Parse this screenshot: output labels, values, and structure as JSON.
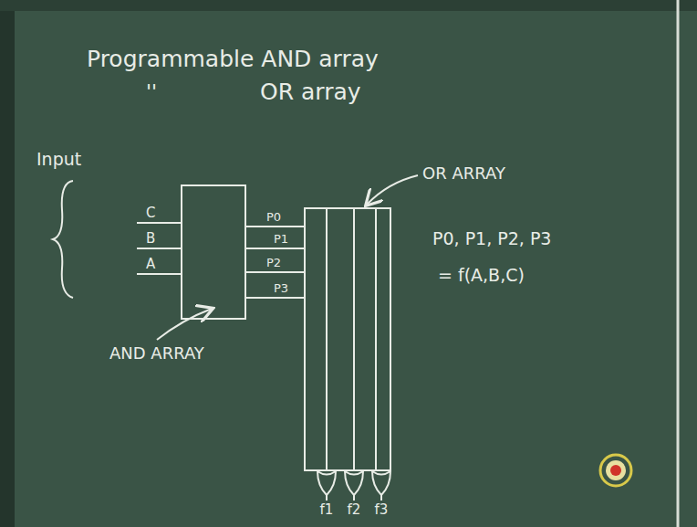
{
  "diagram": {
    "nodes": [
      {
        "text": [
          "AND ARRAY"
        ]
      },
      {
        "text": [
          "OR ARRAY"
        ]
      }
    ],
    "edges": [
      {
        "from": 0,
        "to": 1,
        "arrow": "none",
        "label": "P0"
      },
      {
        "from": 0,
        "to": 1,
        "arrow": "none",
        "label": "P1"
      },
      {
        "from": 0,
        "to": 1,
        "arrow": "none",
        "label": "P2"
      },
      {
        "from": 0,
        "to": 1,
        "arrow": "none",
        "label": "P3"
      }
    ],
    "labels": [
      "Programmable AND array",
      "''",
      "OR array",
      "Input",
      "C",
      "B",
      "A",
      "f1",
      "f2",
      "f3",
      "P0, P1, P2, P3",
      "= f(A,B,C)"
    ]
  }
}
